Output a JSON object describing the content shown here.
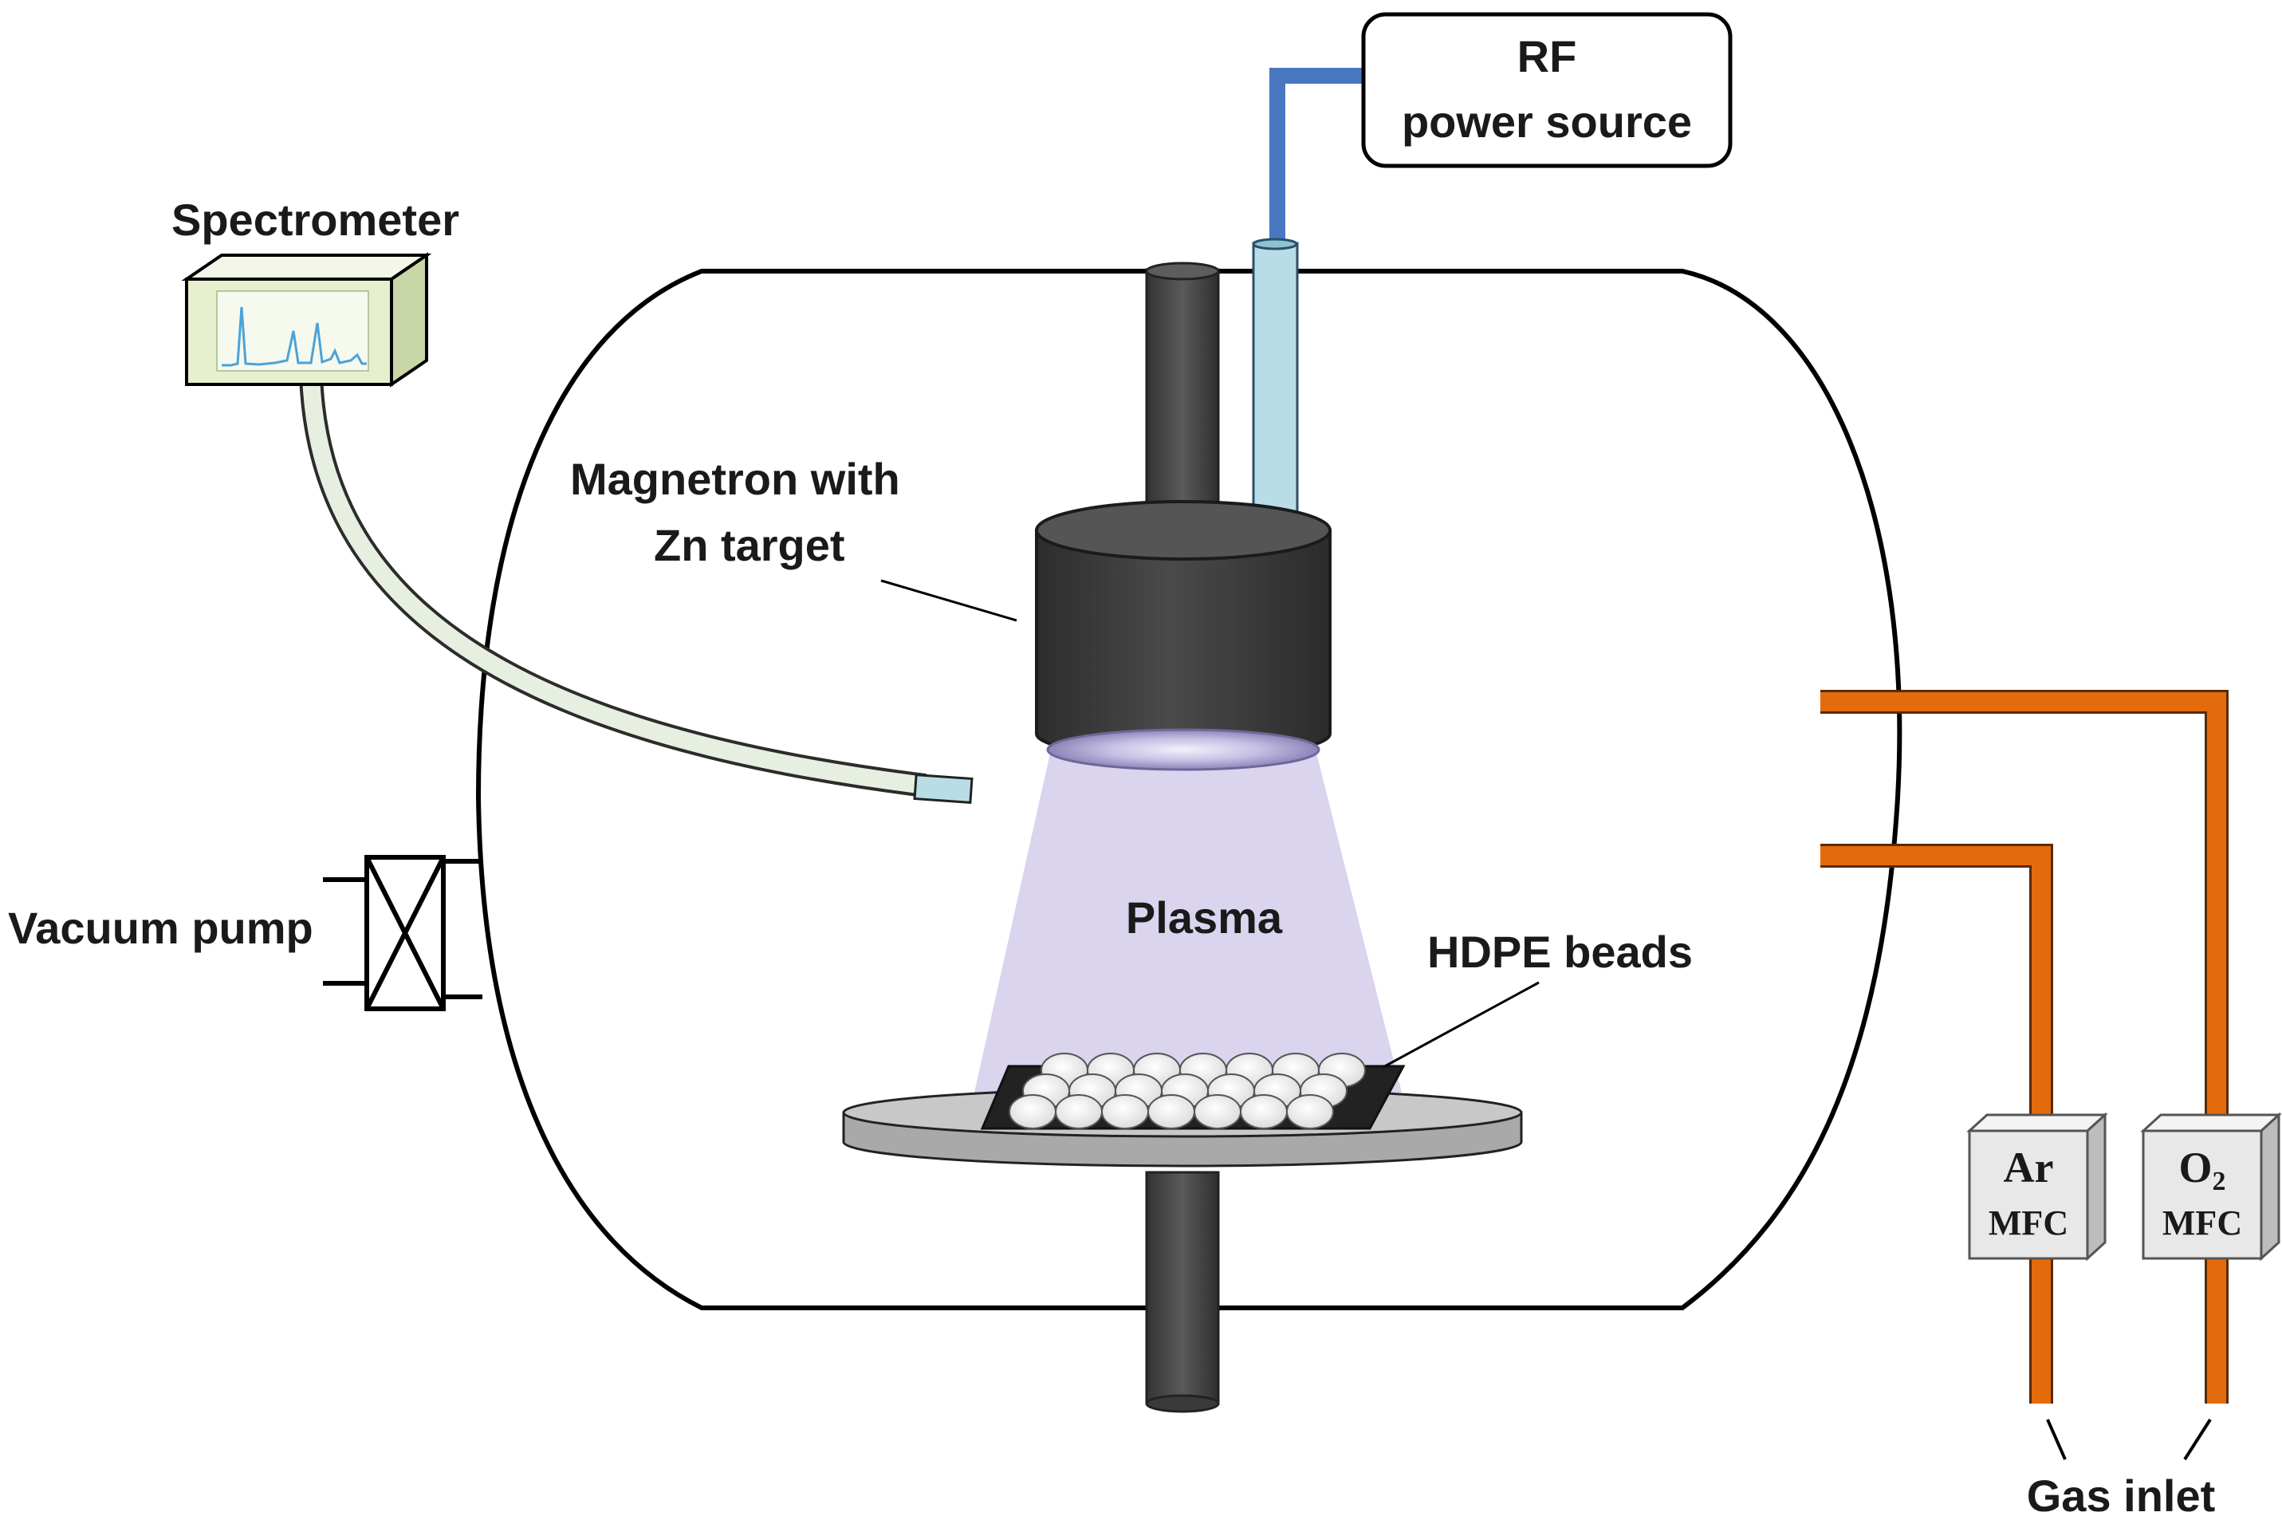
{
  "labels": {
    "rf_power_line1": "RF",
    "rf_power_line2": "power source",
    "spectrometer": "Spectrometer",
    "magnetron_line1": "Magnetron with",
    "magnetron_line2": "Zn target",
    "plasma": "Plasma",
    "hdpe_beads": "HDPE beads",
    "vacuum_pump": "Vacuum pump",
    "gas_inlet": "Gas inlet"
  },
  "mfc": {
    "ar": {
      "gas": "Ar",
      "unit": "MFC"
    },
    "o2": {
      "gas": "O",
      "subscript": "2",
      "unit": "MFC"
    }
  },
  "colors": {
    "chamber_outline": "#000000",
    "magnetron_body": "#3a3a3a",
    "rod": "#4a4a4a",
    "rf_cable_dark": "#4a78c0",
    "rf_cable_light": "#b9dde6",
    "plasma": "#d8d2ee",
    "gas_line": "#e36b0c",
    "spectrometer_box": "#e6f0cf",
    "fiber_cable": "#e6efe0",
    "platform": "#c8c8c8",
    "mfc_box": "#e8e8e8"
  }
}
